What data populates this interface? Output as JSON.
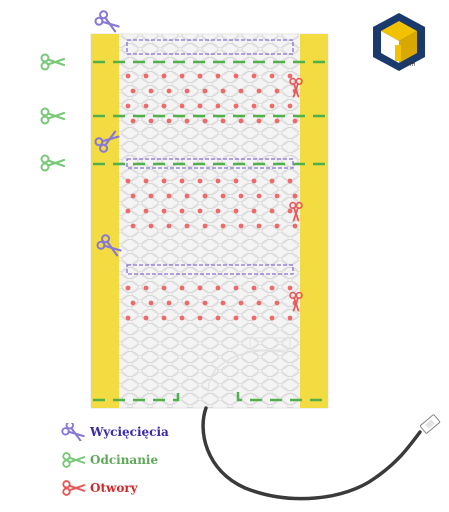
{
  "legend": {
    "items": [
      {
        "label": "Wycięcięcia",
        "color": "#3a2aa8",
        "icon_color": "#8878d8"
      },
      {
        "label": "Odcinanie",
        "color": "#5fa85a",
        "icon_color": "#78c878"
      },
      {
        "label": "Otwory",
        "color": "#d02a2a",
        "icon_color": "#e85858"
      }
    ]
  },
  "logo": {
    "text": "HHH",
    "colors": {
      "dark": "#1a3a6e",
      "gold": "#f2c200"
    }
  },
  "colors": {
    "yellow_strip": "#f3dc42",
    "purple_cut": "#8a6fd6",
    "green_cut": "#52b04a",
    "red_hole": "#f06868",
    "mesh": "#d8d8d8",
    "cable": "#3a3a3a"
  },
  "icons": {
    "cut_scissors": "scissors-icon",
    "trim_scissors": "scissors-icon",
    "hole_scissors": "scissors-icon"
  }
}
